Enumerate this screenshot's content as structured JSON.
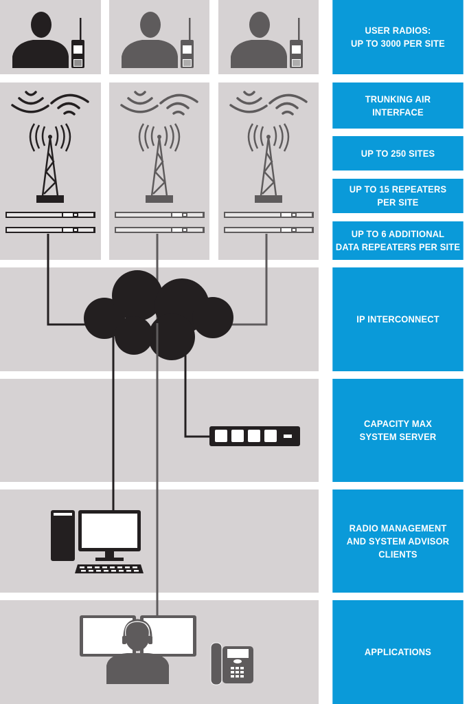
{
  "labels": {
    "user_radios": [
      "USER RADIOS:",
      "UP TO 3000 PER SITE"
    ],
    "trunking": [
      "TRUNKING AIR",
      "INTERFACE"
    ],
    "sites": [
      "UP TO 250 SITES"
    ],
    "repeaters": [
      "UP TO 15 REPEATERS",
      "PER SITE"
    ],
    "data_repeaters": [
      "UP TO 6 ADDITIONAL",
      "DATA REPEATERS PER SITE"
    ],
    "ip": [
      "IP INTERCONNECT"
    ],
    "server": [
      "CAPACITY MAX",
      "SYSTEM SERVER"
    ],
    "clients": [
      "RADIO MANAGEMENT",
      "AND SYSTEM ADVISOR",
      "CLIENTS"
    ],
    "applications": [
      "APPLICATIONS"
    ]
  },
  "colors": {
    "panel": "#d6d2d3",
    "label_bg": "#0a9ad9",
    "site1": "#231f20",
    "site2": "#5e5b5c",
    "site3": "#5e5b5c"
  },
  "icons": [
    "person-icon",
    "portable-radio-icon",
    "radio-waves-icon",
    "radio-tower-icon",
    "repeater-icon",
    "cloud-icon",
    "server-icon",
    "desktop-computer-icon",
    "dispatcher-headset-icon",
    "desk-phone-icon"
  ]
}
